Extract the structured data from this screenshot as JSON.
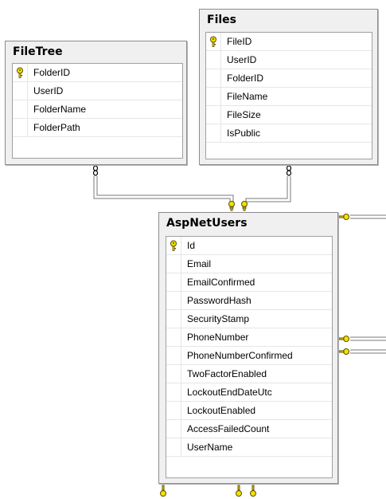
{
  "tables": {
    "filetree": {
      "title": "FileTree",
      "columns": [
        {
          "name": "FolderID",
          "pk": true
        },
        {
          "name": "UserID",
          "pk": false
        },
        {
          "name": "FolderName",
          "pk": false
        },
        {
          "name": "FolderPath",
          "pk": false
        }
      ]
    },
    "files": {
      "title": "Files",
      "columns": [
        {
          "name": "FileID",
          "pk": true
        },
        {
          "name": "UserID",
          "pk": false
        },
        {
          "name": "FolderID",
          "pk": false
        },
        {
          "name": "FileName",
          "pk": false
        },
        {
          "name": "FileSize",
          "pk": false
        },
        {
          "name": "IsPublic",
          "pk": false
        }
      ]
    },
    "aspnetusers": {
      "title": "AspNetUsers",
      "columns": [
        {
          "name": "Id",
          "pk": true
        },
        {
          "name": "Email",
          "pk": false
        },
        {
          "name": "EmailConfirmed",
          "pk": false
        },
        {
          "name": "PasswordHash",
          "pk": false
        },
        {
          "name": "SecurityStamp",
          "pk": false
        },
        {
          "name": "PhoneNumber",
          "pk": false
        },
        {
          "name": "PhoneNumberConfirmed",
          "pk": false
        },
        {
          "name": "TwoFactorEnabled",
          "pk": false
        },
        {
          "name": "LockoutEndDateUtc",
          "pk": false
        },
        {
          "name": "LockoutEnabled",
          "pk": false
        },
        {
          "name": "AccessFailedCount",
          "pk": false
        },
        {
          "name": "UserName",
          "pk": false
        }
      ]
    }
  },
  "colors": {
    "key_yellow": "#f5e000",
    "key_outline": "#5a5000",
    "line": "#7a7a7a"
  }
}
